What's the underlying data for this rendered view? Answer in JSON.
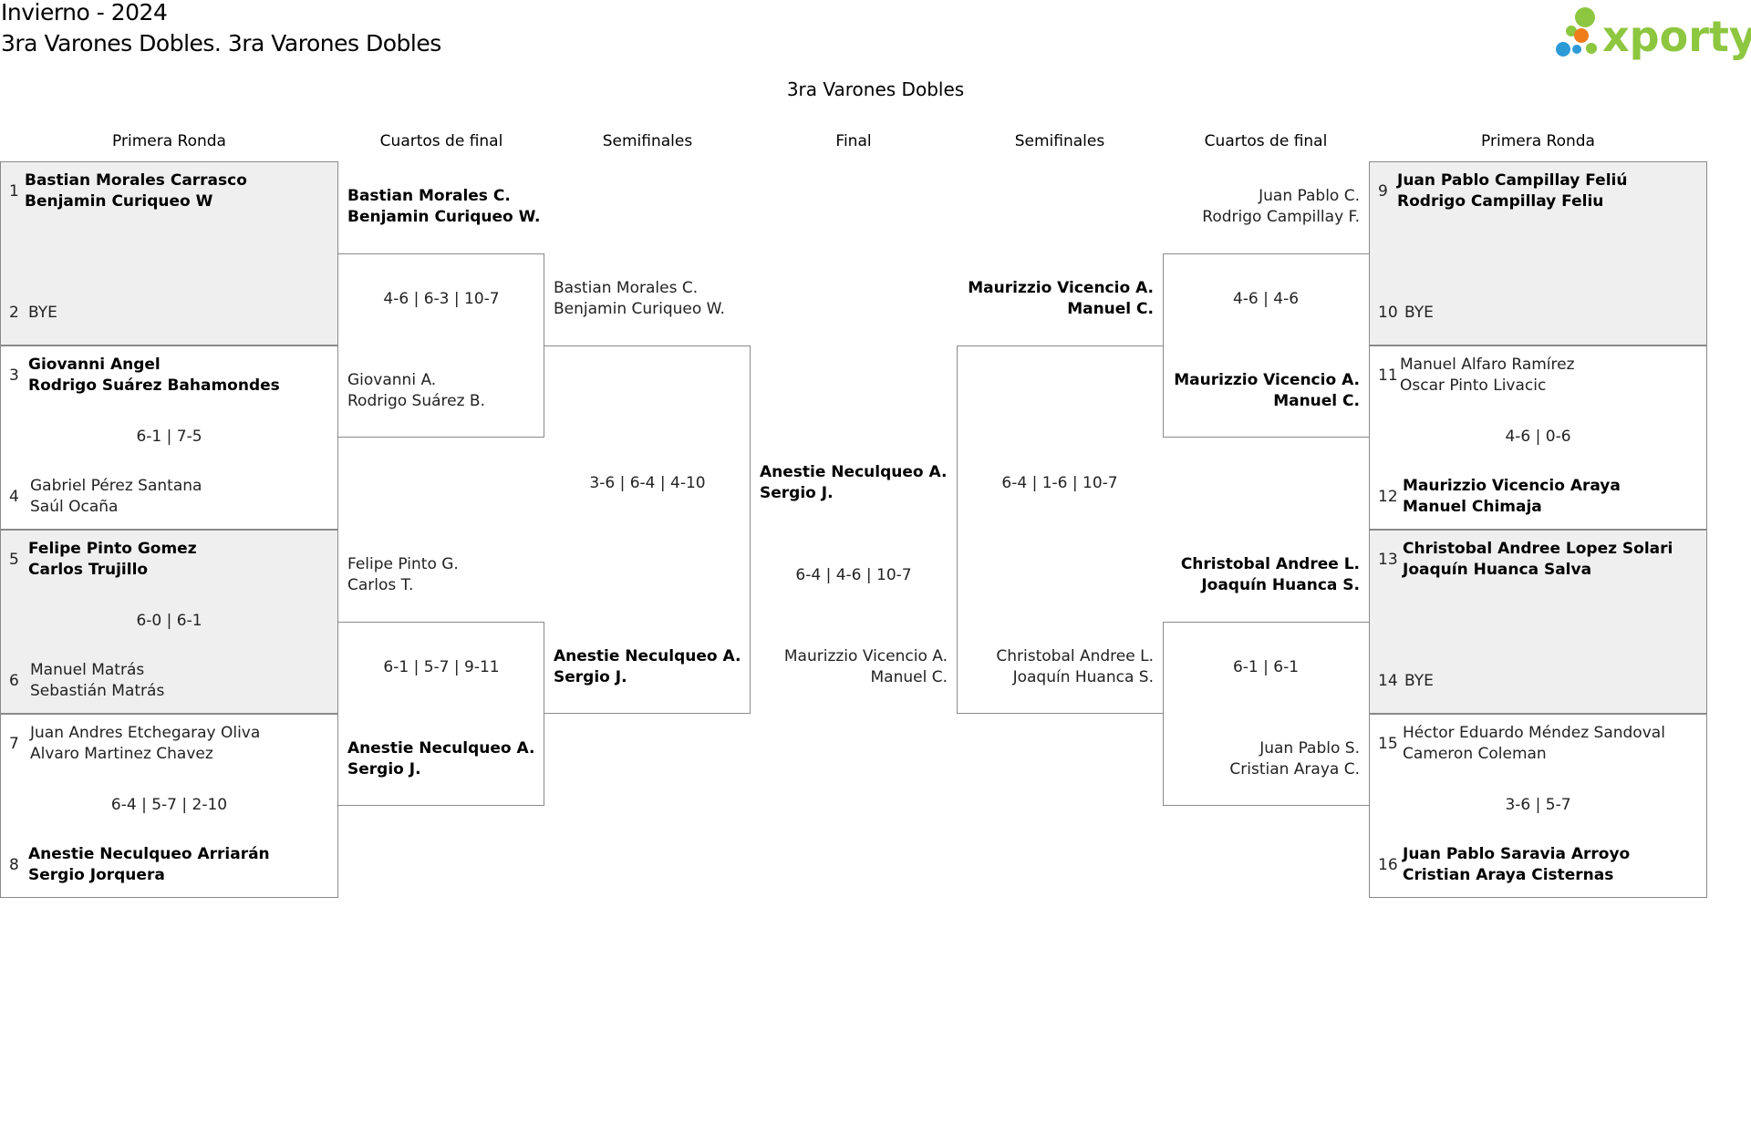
{
  "header": {
    "line1": "Invierno - 2024",
    "line2": "3ra Varones Dobles. 3ra Varones Dobles"
  },
  "logo": {
    "text": "xporty",
    "colors": [
      "#8dc63f",
      "#2b9bd8",
      "#ef7d1a"
    ]
  },
  "event_title": "3ra Varones Dobles",
  "columns": {
    "l1": "Primera Ronda",
    "l2": "Cuartos de final",
    "l3": "Semifinales",
    "f": "Final",
    "r3": "Semifinales",
    "r2": "Cuartos de final",
    "r1": "Primera Ronda"
  },
  "round1": {
    "left": [
      {
        "seed_a": "1",
        "a1": "Bastian Morales Carrasco",
        "a2": "Benjamin Curiqueo W",
        "seed_b": "2",
        "b1": "BYE",
        "b2": "",
        "score": ""
      },
      {
        "seed_a": "3",
        "a1": "Giovanni Angel",
        "a2": "Rodrigo Suárez Bahamondes",
        "seed_b": "4",
        "b1": "Gabriel Pérez Santana",
        "b2": "Saúl Ocaña",
        "score": "6-1 | 7-5"
      },
      {
        "seed_a": "5",
        "a1": "Felipe Pinto Gomez",
        "a2": "Carlos Trujillo",
        "seed_b": "6",
        "b1": "Manuel Matrás",
        "b2": "Sebastián Matrás",
        "score": "6-0 | 6-1"
      },
      {
        "seed_a": "7",
        "a1": "Juan Andres Etchegaray Oliva",
        "a2": "Alvaro Martinez Chavez",
        "seed_b": "8",
        "b1": "Anestie Neculqueo Arriarán",
        "b2": "Sergio Jorquera",
        "score": "6-4 | 5-7 | 2-10"
      }
    ],
    "right": [
      {
        "seed_a": "9",
        "a1": "Juan Pablo Campillay Feliú",
        "a2": "Rodrigo Campillay Feliu",
        "seed_b": "10",
        "b1": "BYE",
        "b2": "",
        "score": ""
      },
      {
        "seed_a": "11",
        "a1": "Manuel Alfaro Ramírez",
        "a2": "Oscar Pinto Livacic",
        "seed_b": "12",
        "b1": "Maurizzio Vicencio Araya",
        "b2": "Manuel Chimaja",
        "score": "4-6 | 0-6"
      },
      {
        "seed_a": "13",
        "a1": "Christobal Andree Lopez Solari",
        "a2": "Joaquín Huanca Salva",
        "seed_b": "14",
        "b1": "BYE",
        "b2": "",
        "score": ""
      },
      {
        "seed_a": "15",
        "a1": "Héctor Eduardo Méndez Sandoval",
        "a2": "Cameron Coleman",
        "seed_b": "16",
        "b1": "Juan Pablo Saravia Arroyo",
        "b2": "Cristian Araya Cisternas",
        "score": "3-6 | 5-7"
      }
    ]
  },
  "quarters": {
    "left": [
      {
        "a1": "Bastian Morales C.",
        "a2": "Benjamin Curiqueo W.",
        "b1": "Giovanni A.",
        "b2": "Rodrigo Suárez B.",
        "score": "4-6 | 6-3 | 10-7"
      },
      {
        "a1": "Felipe Pinto G.",
        "a2": "Carlos T.",
        "b1": "Anestie Neculqueo A.",
        "b2": "Sergio J.",
        "score": "6-1 | 5-7 | 9-11"
      }
    ],
    "right": [
      {
        "a1": "Juan Pablo C.",
        "a2": "Rodrigo Campillay F.",
        "b1": "Maurizzio Vicencio A.",
        "b2": "Manuel C.",
        "score": "4-6 | 4-6"
      },
      {
        "a1": "Christobal Andree L.",
        "a2": "Joaquín Huanca S.",
        "b1": "Juan Pablo S.",
        "b2": "Cristian Araya C.",
        "score": "6-1 | 6-1"
      }
    ]
  },
  "semis": {
    "left": {
      "a1": "Bastian Morales C.",
      "a2": "Benjamin Curiqueo W.",
      "b1": "Anestie Neculqueo A.",
      "b2": "Sergio J.",
      "score": "3-6 | 6-4 | 4-10"
    },
    "right": {
      "a1": "Maurizzio Vicencio A.",
      "a2": "Manuel C.",
      "b1": "Christobal Andree L.",
      "b2": "Joaquín Huanca S.",
      "score": "6-4 | 1-6 | 10-7"
    }
  },
  "final": {
    "a1": "Anestie Neculqueo A.",
    "a2": "Sergio J.",
    "b1": "Maurizzio Vicencio A.",
    "b2": "Manuel C.",
    "score": "6-4 | 4-6 | 10-7"
  }
}
